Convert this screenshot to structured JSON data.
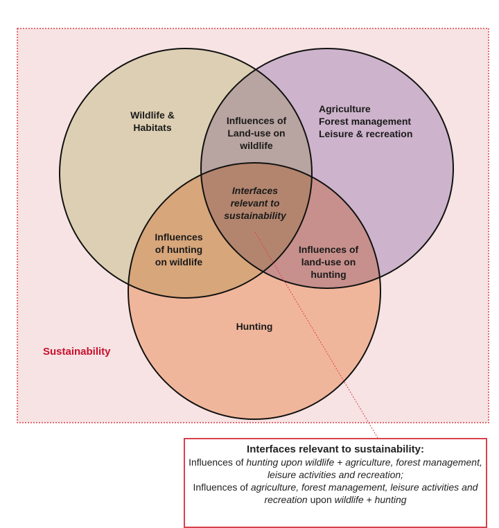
{
  "colors": {
    "frame": "#d9414b",
    "background": "#f7e3e3",
    "wildlife": "#dfe4c2",
    "landuse": "#cbbddc",
    "hunting": "#f6c6a2"
  },
  "circles": {
    "wildlife": "Wildlife &\nHabitats",
    "landuse": "Agriculture\nForest management\nLeisure & recreation",
    "hunting": "Hunting"
  },
  "overlaps": {
    "wildlife_landuse": "Influences of\nLand-use on\nwildlife",
    "wildlife_hunting": "Influences\nof hunting\non wildlife",
    "landuse_hunting": "Influences of\nland-use on\nhunting",
    "center": "Interfaces\nrelevant to\nsustainability"
  },
  "frame_label": "Sustainability",
  "callout": {
    "title": "Interfaces relevant to sustainability:",
    "l1a": "Influences of ",
    "l1b": "hunting upon wildlife + agriculture, forest management, leisure activities and recreation;",
    "l2a": "Influences of ",
    "l2b": "agriculture, forest management, leisure activities and recreation",
    "l2c": " upon ",
    "l2d": "wildlife + hunting"
  }
}
